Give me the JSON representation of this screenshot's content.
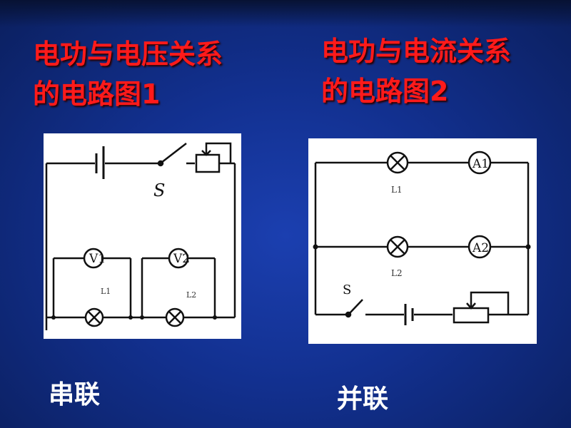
{
  "slide": {
    "title_left": [
      "电功与电压关系",
      "的电路图1"
    ],
    "title_right": [
      "电功与电流关系",
      "的电路图2"
    ],
    "caption_left": "串联",
    "caption_right": "并联"
  },
  "diagram_left": {
    "switch_label": "S",
    "voltmeter_1": "V1",
    "voltmeter_2": "V2",
    "lamp_1": "L1",
    "lamp_2": "L2"
  },
  "diagram_right": {
    "switch_label": "S",
    "ammeter_1": "A1",
    "ammeter_2": "A2",
    "lamp_1": "L1",
    "lamp_2": "L2"
  }
}
